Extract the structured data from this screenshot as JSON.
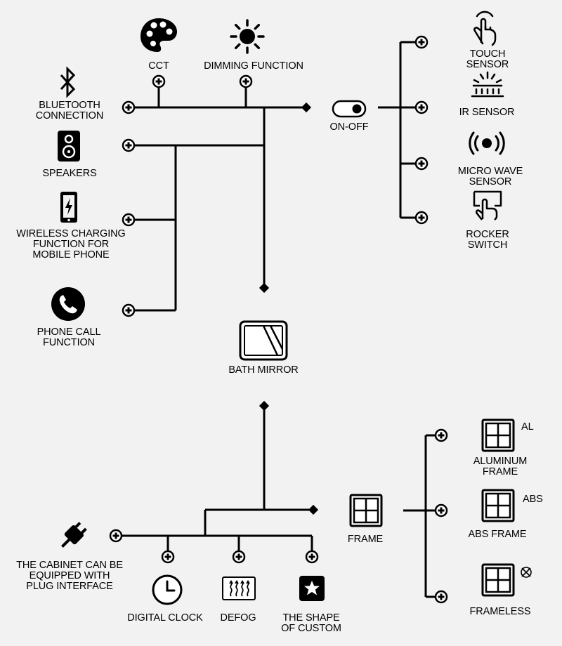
{
  "colors": {
    "background": "#f2f2f2",
    "ink": "#000000"
  },
  "labels": {
    "bluetooth": "BLUETOOTH\nCONNECTION",
    "cct": "CCT",
    "dimming": "DIMMING FUNCTION",
    "speakers": "SPEAKERS",
    "wireless": "WIRELESS CHARGING\nFUNCTION FOR\nMOBILE PHONE",
    "phone": "PHONE CALL\nFUNCTION",
    "onoff": "ON-OFF",
    "touch": "TOUCH SENSOR",
    "ir": "IR SENSOR",
    "microwave": "MICRO WAVE SENSOR",
    "rocker": "ROCKER SWITCH",
    "mirror": "BATH MIRROR",
    "cabinet": "THE CABINET CAN BE\nEQUIPPED WITH\nPLUG INTERFACE",
    "clock": "DIGITAL CLOCK",
    "defog": "DEFOG",
    "custom": "THE  SHAPE\nOF CUSTOM",
    "frame": "FRAME",
    "aluminum": "ALUMINUM FRAME",
    "al_tag": "AL",
    "abs": "ABS FRAME",
    "abs_tag": "ABS",
    "frameless": "FRAMELESS"
  },
  "icons": {
    "bluetooth": "bluetooth-icon",
    "cct": "palette-icon",
    "dimming": "sun-icon",
    "speakers": "speaker-icon",
    "wireless": "phone-charging-icon",
    "phone": "phone-icon",
    "onoff": "toggle-icon",
    "touch": "touch-hand-icon",
    "ir": "ir-sensor-icon",
    "microwave": "microwave-sensor-icon",
    "rocker": "rocker-switch-icon",
    "mirror": "mirror-icon",
    "cabinet": "plug-icon",
    "clock": "clock-icon",
    "defog": "defog-icon",
    "custom": "star-icon",
    "frame": "frame-icon",
    "aluminum": "frame-icon",
    "abs": "frame-icon",
    "frameless": "frame-icon",
    "frameless_mark": "crossed-circle-icon"
  }
}
